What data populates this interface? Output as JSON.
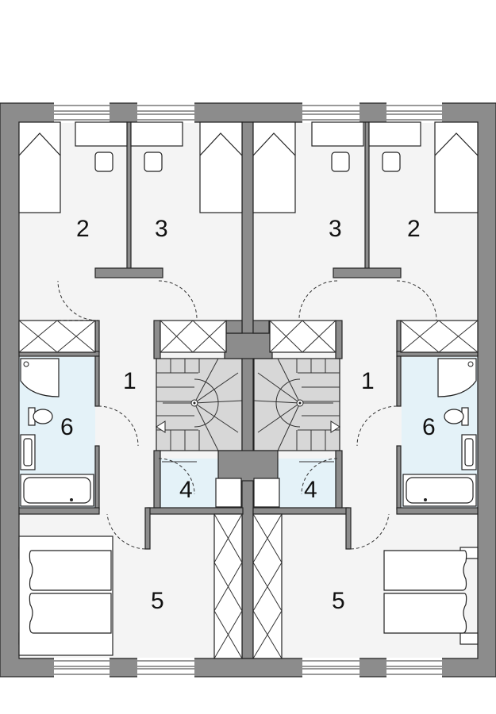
{
  "rooms": {
    "left": {
      "bedroom_large": "2",
      "bedroom_small": "3",
      "hall": "1",
      "bathroom": "6",
      "wc": "4",
      "bedroom_master": "5"
    },
    "right": {
      "bedroom_large": "2",
      "bedroom_small": "3",
      "hall": "1",
      "bathroom": "6",
      "wc": "4",
      "bedroom_master": "5"
    }
  },
  "colors": {
    "wall": "#8c8c8c",
    "floor": "#f4f4f4",
    "bathroom": "#e4f2f8",
    "stairs": "#d7d7d7"
  }
}
